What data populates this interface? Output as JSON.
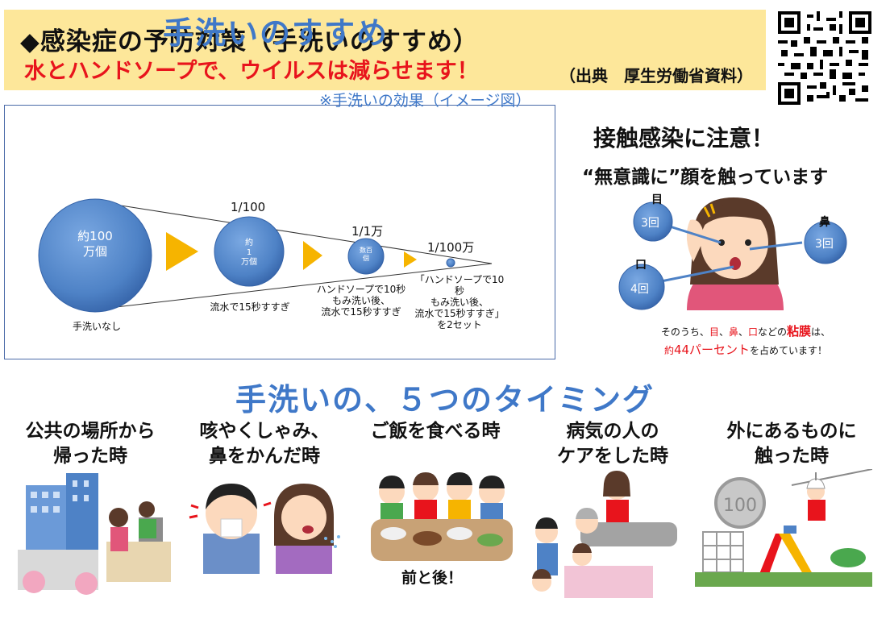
{
  "header": {
    "title": "◆感染症の予防対策（手洗いのすすめ）",
    "source": "（出典　厚生労働省資料）"
  },
  "handwash": {
    "title": "手洗いのすすめ",
    "subtitle": "水とハンドソープで、ウイルスは減らせます！",
    "note": "※手洗いの効果（イメージ図）",
    "stages": [
      {
        "circle_label": "約100\n万個",
        "fraction": "",
        "caption": "手洗いなし"
      },
      {
        "circle_label": "約\n1\n万個",
        "fraction": "1/100",
        "caption": "流水で15秒すすぎ"
      },
      {
        "circle_label": "数百\n個",
        "fraction": "1/1万",
        "caption": "ハンドソープで10秒\nもみ洗い後、\n流水で15秒すすぎ"
      },
      {
        "circle_label": "",
        "fraction": "1/100万",
        "caption": "「ハンドソープで10秒\nもみ洗い後、\n流水で15秒すすぎ」\nを2セット"
      }
    ]
  },
  "contact": {
    "title": "接触感染に注意！",
    "subtitle": "“無意識に”顔を触っています",
    "parts": [
      {
        "name": "目",
        "count": "3回"
      },
      {
        "name": "鼻",
        "count": "3回"
      },
      {
        "name": "口",
        "count": "4回"
      }
    ],
    "note_lines": [
      "そのうち、",
      "目",
      "、",
      "鼻",
      "、",
      "口",
      "などの",
      "粘膜",
      "は、",
      "約",
      "44パーセント",
      "を占めています！"
    ]
  },
  "timing": {
    "title": "手洗いの、５つのタイミング",
    "items": [
      {
        "line1": "公共の場所から",
        "line2": "帰った時"
      },
      {
        "line1": "咳やくしゃみ、",
        "line2": "鼻をかんだ時"
      },
      {
        "line1": "ご飯を食べる時",
        "line2": ""
      },
      {
        "line1": "病気の人の",
        "line2": "ケアをした時"
      },
      {
        "line1": "外にあるものに",
        "line2": "触った時"
      }
    ],
    "meal_note": "前と後！",
    "coin_label": "100"
  },
  "colors": {
    "header_bg": "#fde79a",
    "accent_blue": "#3f78c8",
    "accent_red": "#e8141c",
    "arrow_yellow": "#f6b400",
    "circle_blue": "#4e82c6"
  }
}
